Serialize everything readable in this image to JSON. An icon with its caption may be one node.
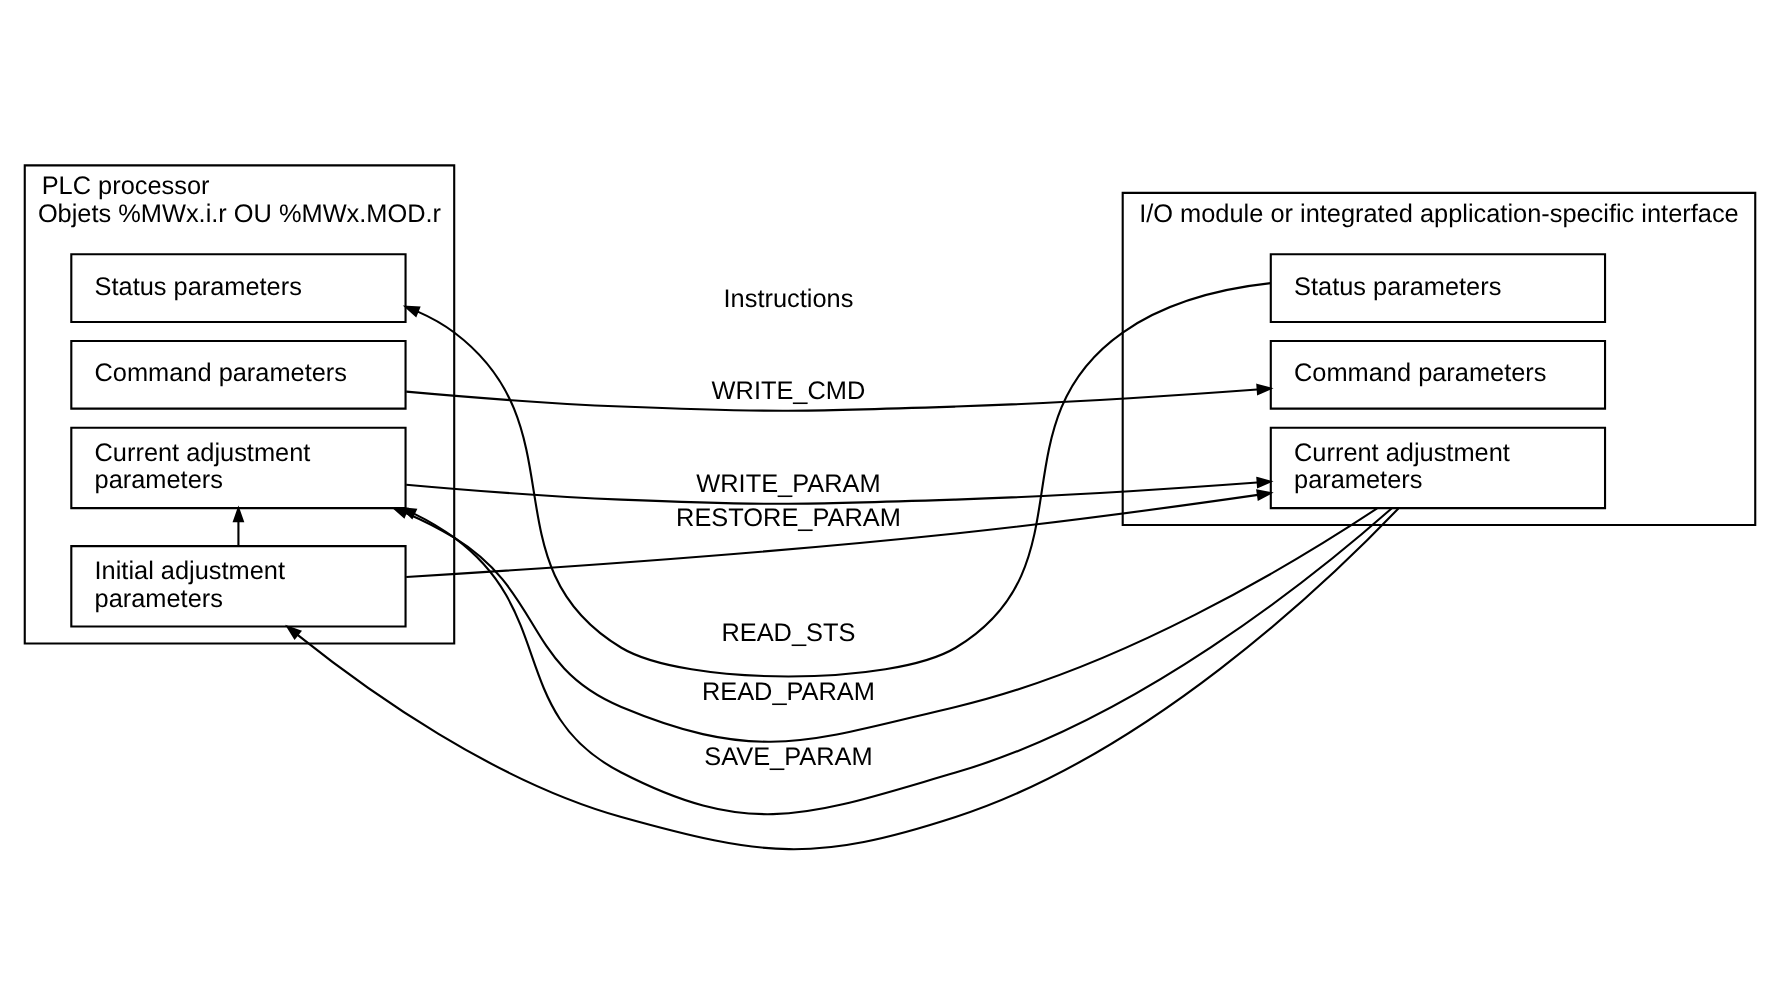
{
  "diagram": {
    "nodes": [
      {
        "text": [
          "PLC processor",
          "Objets %MWx.i.r OU %MWx.MOD.r"
        ]
      },
      {
        "text": [
          "Status parameters"
        ],
        "in": 0
      },
      {
        "text": [
          "Command parameters"
        ],
        "in": 0
      },
      {
        "text": [
          "Current adjustment parameters"
        ],
        "in": 0
      },
      {
        "text": [
          "Initial adjustment parameters"
        ],
        "in": 0
      },
      {
        "text": [
          "I/O module or integrated application-specific interface"
        ]
      },
      {
        "text": [
          "Status parameters"
        ],
        "in": 5
      },
      {
        "text": [
          "Command parameters"
        ],
        "in": 5
      },
      {
        "text": [
          "Current adjustment parameters"
        ],
        "in": 5
      }
    ],
    "edges": [
      {
        "from": 6,
        "to": 1,
        "arrow": "to",
        "label": "READ_STS"
      },
      {
        "from": 2,
        "to": 7,
        "arrow": "to",
        "label": "WRITE_CMD"
      },
      {
        "from": 3,
        "to": 8,
        "arrow": "to",
        "label": "WRITE_PARAM"
      },
      {
        "from": 8,
        "to": 3,
        "arrow": "to",
        "label": "READ_PARAM"
      },
      {
        "from": 8,
        "to": 3,
        "arrow": "to",
        "label": "SAVE_PARAM"
      },
      {
        "from": 8,
        "to": 4,
        "arrow": "to"
      },
      {
        "from": 4,
        "to": 3,
        "arrow": "to"
      },
      {
        "from": 4,
        "to": 8,
        "arrow": "to",
        "label": "RESTORE_PARAM"
      }
    ],
    "labels": [
      "Instructions"
    ]
  }
}
